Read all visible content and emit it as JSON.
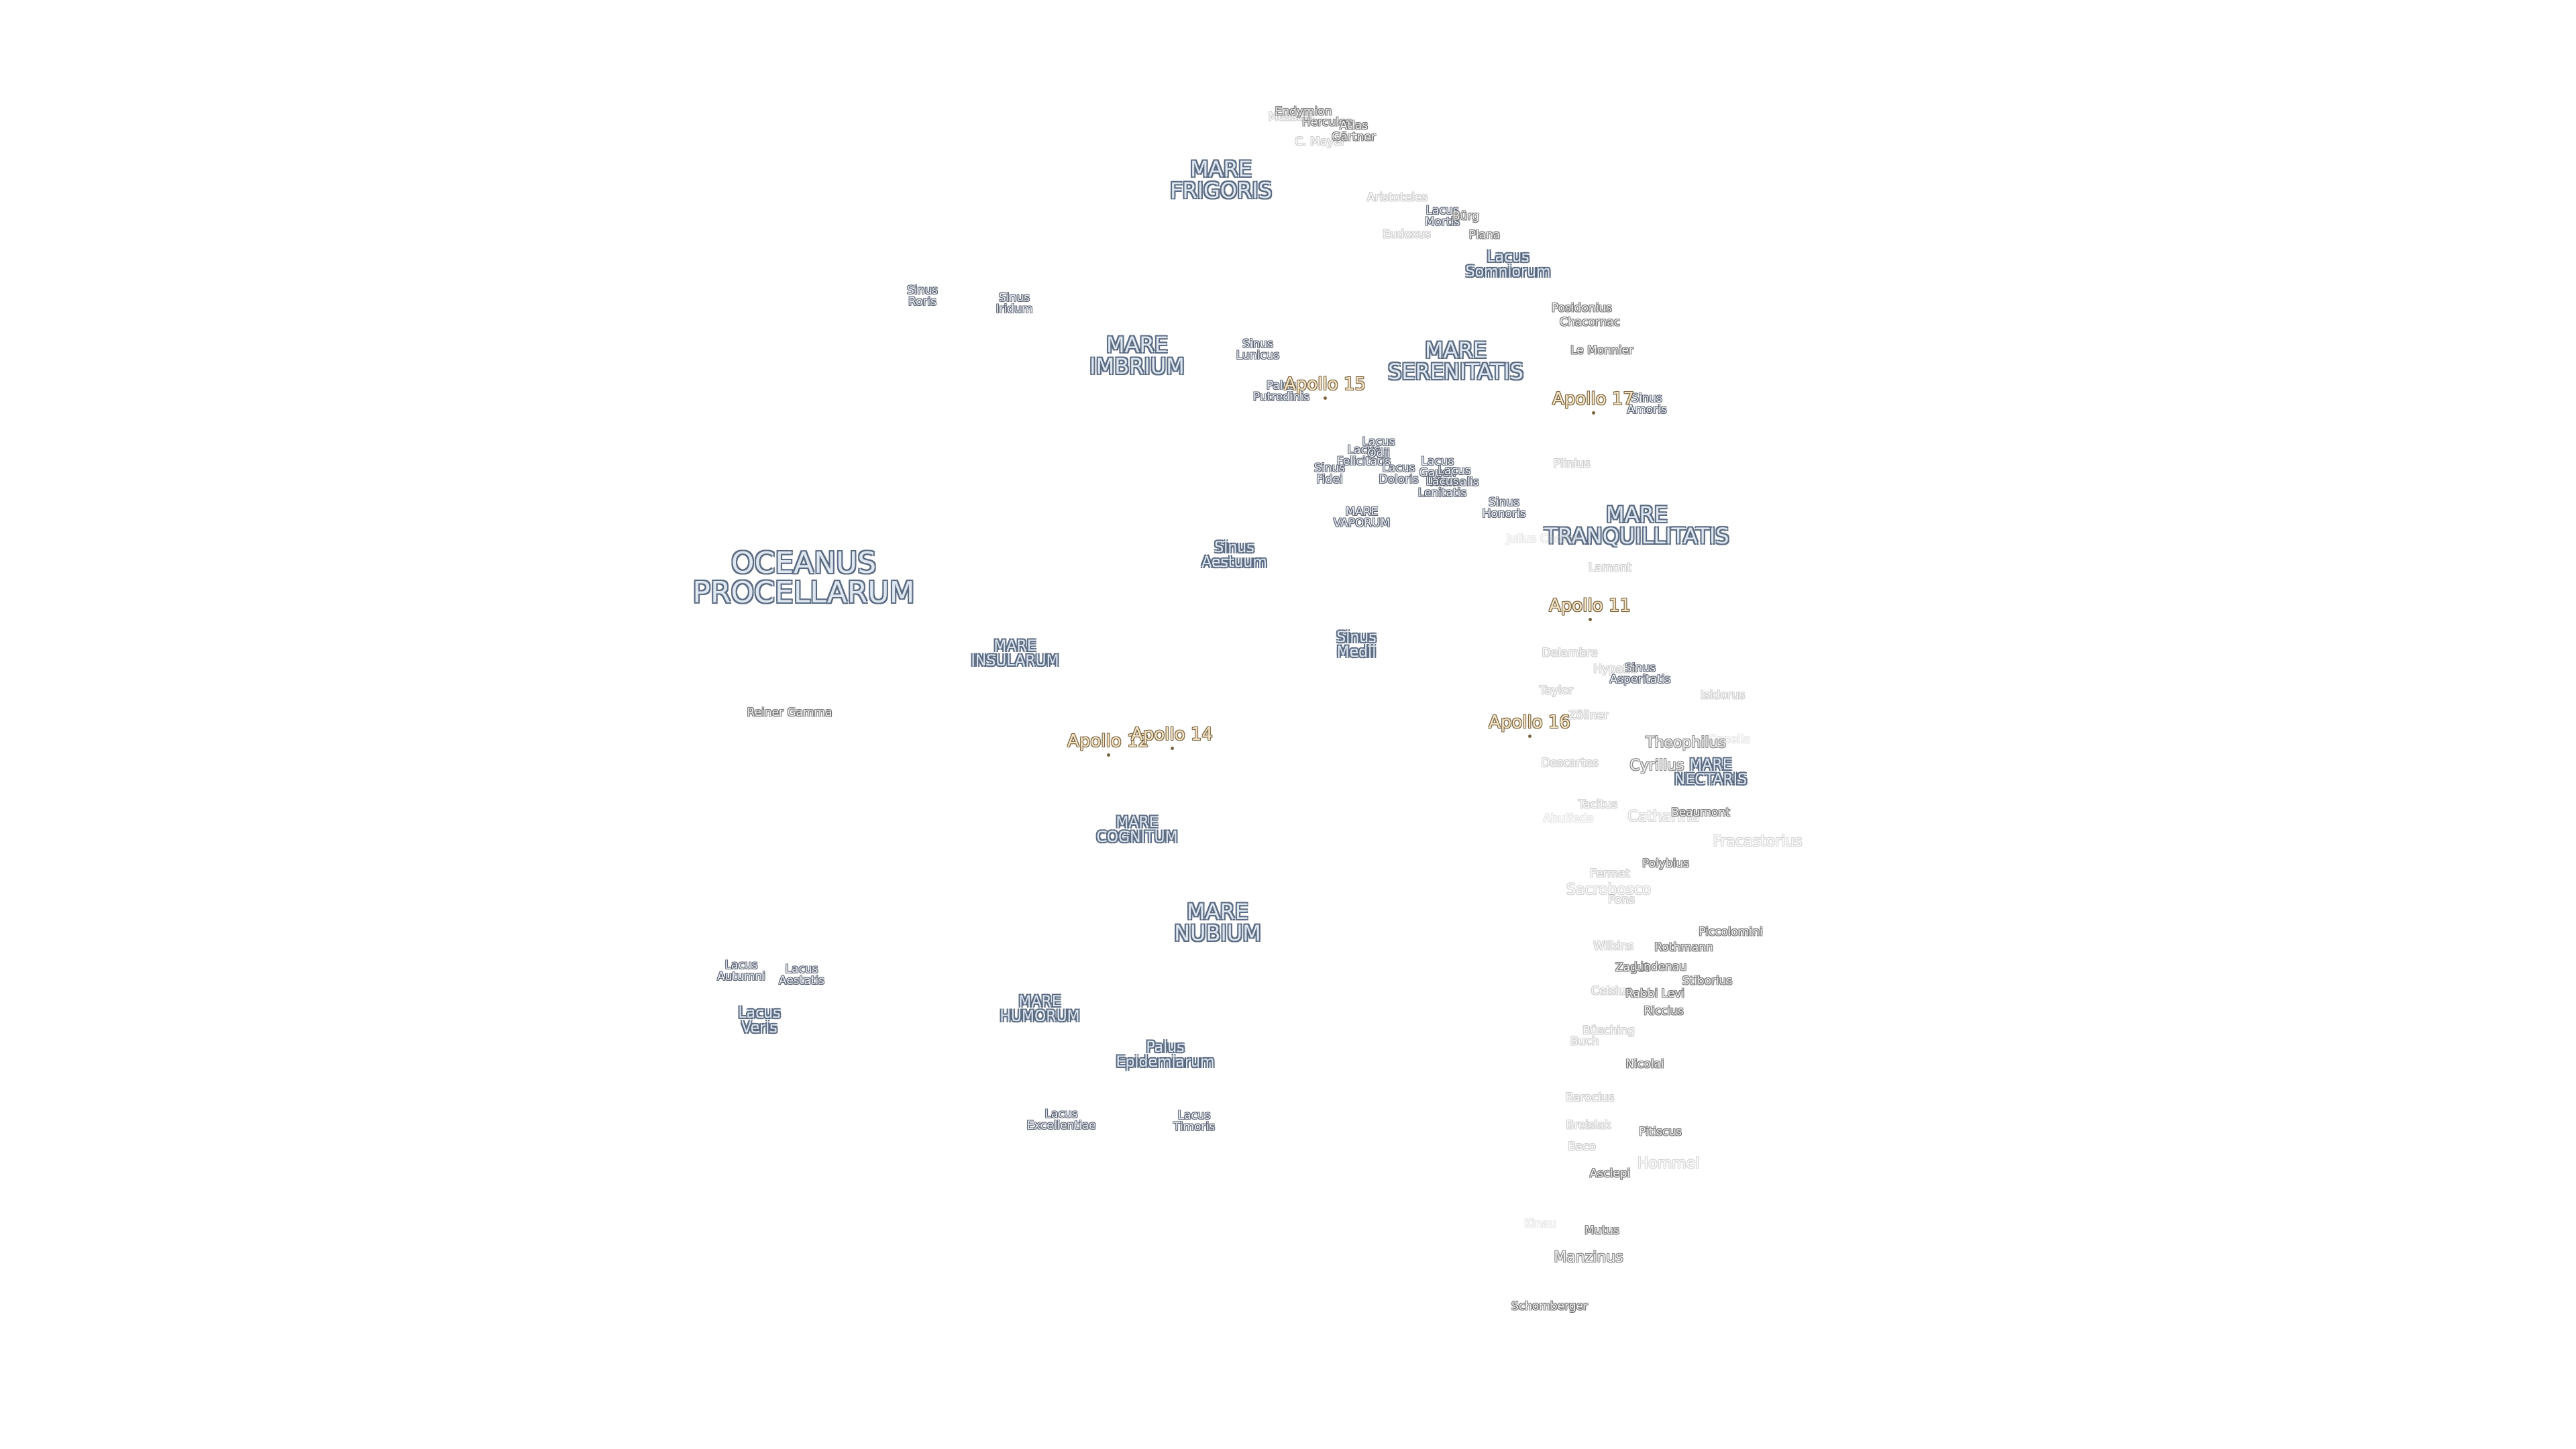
{
  "seas": [
    {
      "name": "MARE\nFRIGORIS",
      "cls": "mare"
    },
    {
      "name": "MARE\nIMBRIUM",
      "cls": "mare"
    },
    {
      "name": "MARE\nSERENITATIS",
      "cls": "mare"
    },
    {
      "name": "MARE\nTRANQUILLITATIS",
      "cls": "mare"
    },
    {
      "name": "OCEANUS\nPROCELLARUM",
      "cls": "ocean"
    },
    {
      "name": "MARE\nINSULARUM",
      "cls": "mare-sm"
    },
    {
      "name": "MARE\nCOGNITUM",
      "cls": "mare-sm"
    },
    {
      "name": "MARE\nNUBIUM",
      "cls": "mare"
    },
    {
      "name": "MARE\nHUMORUM",
      "cls": "mare-sm"
    },
    {
      "name": "MARE\nNECTARIS",
      "cls": "mare-sm"
    },
    {
      "name": "MARE\nVAPORUM",
      "cls": "minor"
    }
  ],
  "minor_features": [
    {
      "name": "Sinus\nRoris"
    },
    {
      "name": "Sinus\nIridum"
    },
    {
      "name": "Sinus\nLunicus"
    },
    {
      "name": "Palus\nPutredinis"
    },
    {
      "name": "Lacus\nSomniorum",
      "cls": "mare-sm"
    },
    {
      "name": "Lacus\nMortis"
    },
    {
      "name": "Sinus\nAmoris"
    },
    {
      "name": "Lacus\nFelicitatis"
    },
    {
      "name": "Lacus\nOdii"
    },
    {
      "name": "Sinus\nFidei"
    },
    {
      "name": "Lacus\nDoloris"
    },
    {
      "name": "Lacus\nGaudii"
    },
    {
      "name": "Lacus\nHiemalis"
    },
    {
      "name": "Lacus\nLenitatis"
    },
    {
      "name": "Sinus\nHonoris"
    },
    {
      "name": "Sinus\nAestuum",
      "cls": "mare-sm"
    },
    {
      "name": "Sinus\nMedii",
      "cls": "mare-sm"
    },
    {
      "name": "Sinus\nAsperitatis"
    },
    {
      "name": "Lacus\nAutumni"
    },
    {
      "name": "Lacus\nAestatis"
    },
    {
      "name": "Lacus\nVeris",
      "cls": "mare-sm"
    },
    {
      "name": "Palus\nEpidemiarum",
      "cls": "mare-sm"
    },
    {
      "name": "Lacus\nExcellentiae"
    },
    {
      "name": "Lacus\nTimoris"
    }
  ],
  "craters": [
    {
      "name": "Endymion"
    },
    {
      "name": "Hercules"
    },
    {
      "name": "Atlas"
    },
    {
      "name": "Messala"
    },
    {
      "name": "Gärtner"
    },
    {
      "name": "C. Mayer"
    },
    {
      "name": "Aristoteles"
    },
    {
      "name": "Bürg"
    },
    {
      "name": "Eudoxus"
    },
    {
      "name": "Plana"
    },
    {
      "name": "Posidonius"
    },
    {
      "name": "Chacornac"
    },
    {
      "name": "Le Monnier"
    },
    {
      "name": "Plinius"
    },
    {
      "name": "Julius Caesar"
    },
    {
      "name": "Lamont"
    },
    {
      "name": "Delambre"
    },
    {
      "name": "Hypatia"
    },
    {
      "name": "Taylor"
    },
    {
      "name": "Isidorus"
    },
    {
      "name": "Zöllner"
    },
    {
      "name": "Theophilus",
      "cls": "crater-lg"
    },
    {
      "name": "Capella"
    },
    {
      "name": "Cyrillus",
      "cls": "crater-lg"
    },
    {
      "name": "Descartes"
    },
    {
      "name": "Tacitus"
    },
    {
      "name": "Abulfeda"
    },
    {
      "name": "Catharina",
      "cls": "crater-lg"
    },
    {
      "name": "Beaumont"
    },
    {
      "name": "Fracastorius",
      "cls": "crater-lg"
    },
    {
      "name": "Polybius"
    },
    {
      "name": "Pons"
    },
    {
      "name": "Sacrobosco",
      "cls": "crater-lg"
    },
    {
      "name": "Fermat"
    },
    {
      "name": "Piccolomini"
    },
    {
      "name": "Rothmann"
    },
    {
      "name": "Wilkins"
    },
    {
      "name": "Zagut"
    },
    {
      "name": "Lindenau"
    },
    {
      "name": "Stiborius"
    },
    {
      "name": "Celsius"
    },
    {
      "name": "Rabbi Levi"
    },
    {
      "name": "Riccius"
    },
    {
      "name": "Büsching"
    },
    {
      "name": "Buch"
    },
    {
      "name": "Nicolai"
    },
    {
      "name": "Barocius"
    },
    {
      "name": "Breislak"
    },
    {
      "name": "Baco"
    },
    {
      "name": "Pitiscus"
    },
    {
      "name": "Hommel",
      "cls": "crater-lg"
    },
    {
      "name": "Asclepi"
    },
    {
      "name": "Kinau"
    },
    {
      "name": "Mutus"
    },
    {
      "name": "Manzinus",
      "cls": "crater-lg"
    },
    {
      "name": "Schomberger"
    },
    {
      "name": "Reiner Gamma"
    }
  ],
  "landing_sites": [
    {
      "name": "Apollo 11"
    },
    {
      "name": "Apollo 12"
    },
    {
      "name": "Apollo 14"
    },
    {
      "name": "Apollo 15"
    },
    {
      "name": "Apollo 16"
    },
    {
      "name": "Apollo 17"
    }
  ]
}
